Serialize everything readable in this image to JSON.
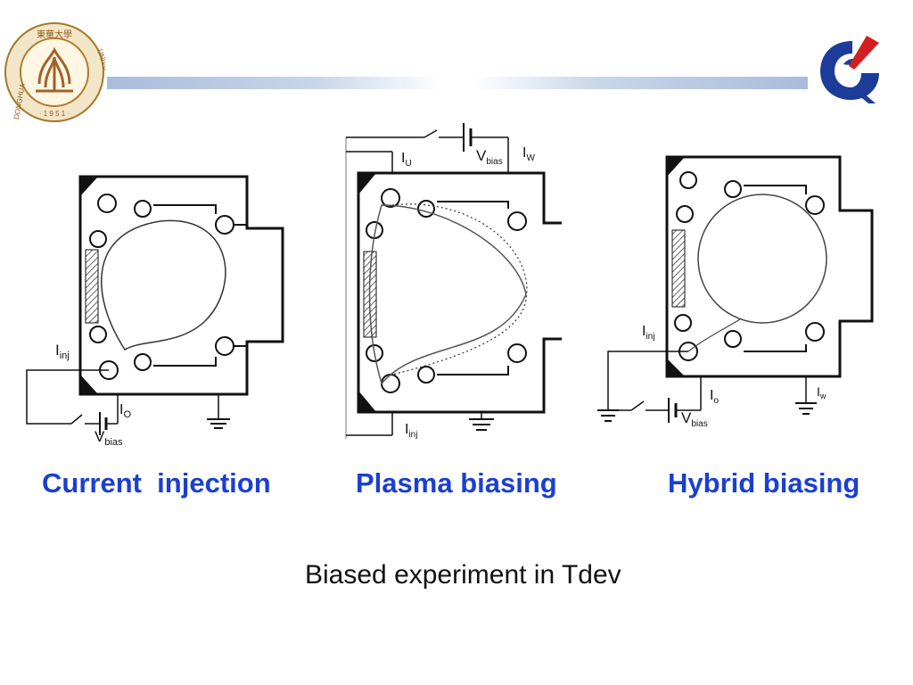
{
  "header": {
    "left_logo": {
      "icon": "university-seal-icon",
      "text_top": "東華大學",
      "text_ring_left": "DONGHUA",
      "text_ring_right": "UNIVERSITY",
      "year": "· 1 9 5 1 ·"
    },
    "right_logo": {
      "icon": "institute-logo-icon"
    },
    "bar_color": "#a9bcdc"
  },
  "diagrams": [
    {
      "name": "current-injection",
      "labels": {
        "current": "I",
        "current_sub": "inj",
        "ground_current": "I",
        "ground_current_sub": "O",
        "voltage": "V",
        "voltage_sub": "bias"
      }
    },
    {
      "name": "plasma-biasing",
      "labels": {
        "upper": "I",
        "upper_sub": "U",
        "voltage": "V",
        "voltage_sub": "bias",
        "wall": "I",
        "wall_sub": "W",
        "inj": "I",
        "inj_sub": "inj"
      }
    },
    {
      "name": "hybrid-biasing",
      "labels": {
        "current": "I",
        "current_sub": "inj",
        "ground_current": "I",
        "ground_current_sub": "o",
        "voltage": "V",
        "voltage_sub": "bias",
        "wall": "I",
        "wall_sub": "w"
      }
    }
  ],
  "captions": [
    "Current  injection",
    "Plasma biasing",
    "Hybrid biasing"
  ],
  "subtitle": "Biased experiment in Tdev",
  "colors": {
    "caption": "#1b3fd0",
    "text": "#111111"
  }
}
